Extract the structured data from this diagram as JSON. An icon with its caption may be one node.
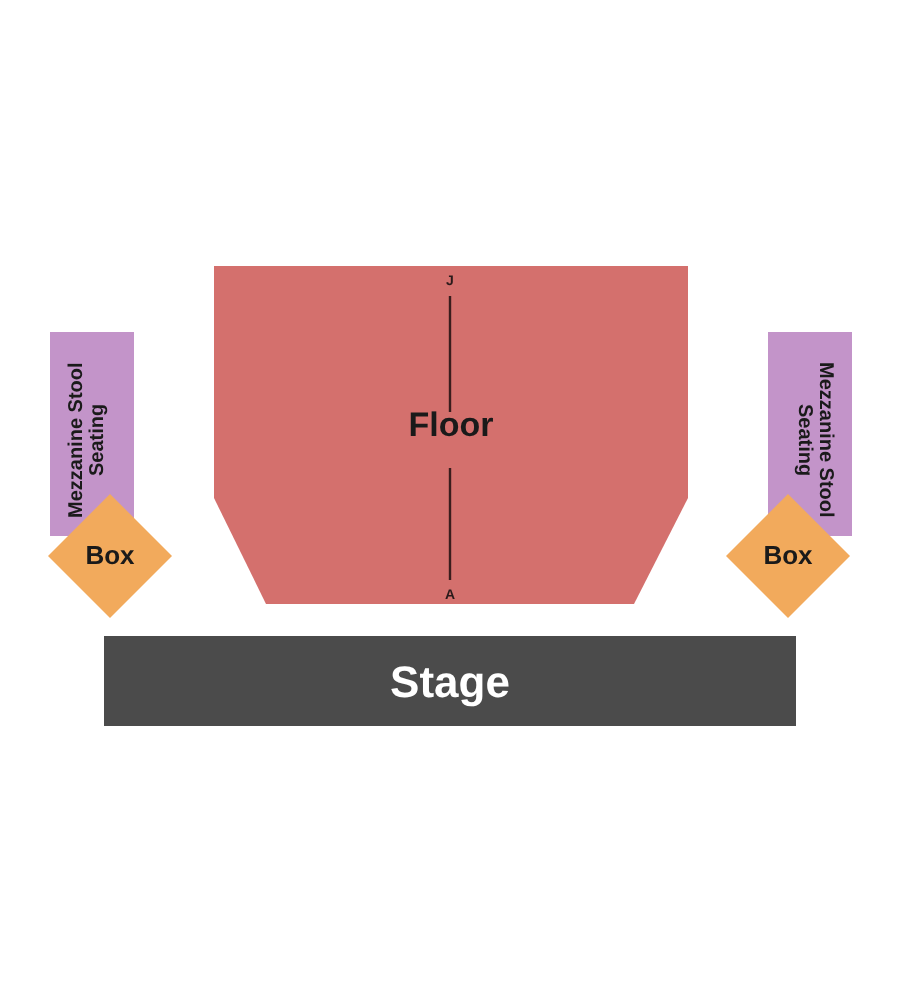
{
  "diagram": {
    "nodes": [
      {
        "text": [
          "Floor"
        ]
      },
      {
        "text": [
          "Mezzanine Stool Seating"
        ]
      },
      {
        "text": [
          "Mezzanine Stool Seating"
        ]
      },
      {
        "text": [
          "Box"
        ]
      },
      {
        "text": [
          "Box"
        ]
      },
      {
        "text": [
          "Stage"
        ]
      }
    ],
    "labels": [
      "J",
      "A"
    ]
  }
}
